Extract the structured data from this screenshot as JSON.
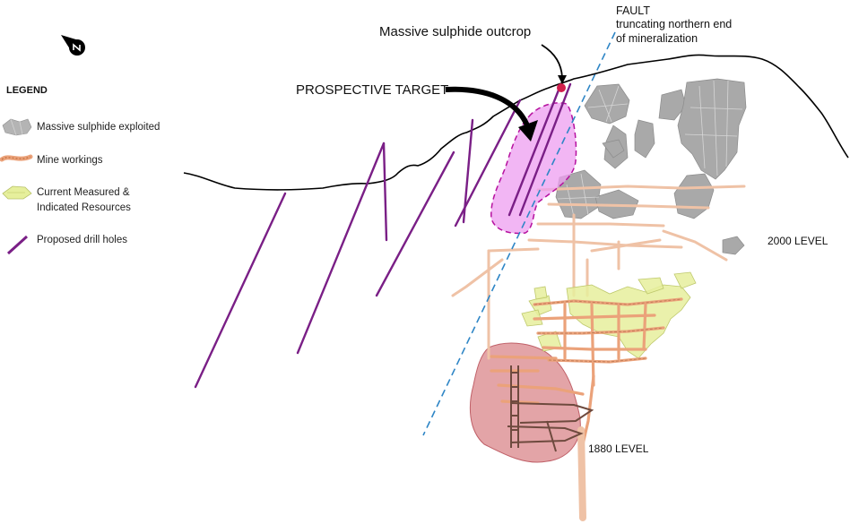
{
  "legend": {
    "title": "LEGEND",
    "items": [
      {
        "label": "Massive sulphide exploited",
        "color": "#a8a8a8"
      },
      {
        "label": "Mine workings",
        "color": "#f1b48a"
      },
      {
        "label": "Current Measured &",
        "label2": "Indicated Resources",
        "color": "#e3ee9a"
      },
      {
        "label": "Proposed drill holes",
        "color": "#7a1f86"
      }
    ]
  },
  "callouts": {
    "outcrop": "Massive sulphide outcrop",
    "target": "PROSPECTIVE TARGET"
  },
  "fault": {
    "line1": "FAULT",
    "line2": "truncating northern end",
    "line3": "of mineralization"
  },
  "levels": {
    "upper": "2000 LEVEL",
    "lower": "1880 LEVEL"
  },
  "colors": {
    "drill_hole": "#7a1f86",
    "target_fill": "#ee9ef0",
    "target_stroke": "#b6119f",
    "fault_line": "#2f86c6",
    "sulphide": "#a9a9a9",
    "workings": "#eba27a",
    "resources": "#e6ef9c",
    "lower_body": "#d77a7d",
    "topography": "#000000"
  },
  "icons": [
    "north-arrow-icon"
  ]
}
